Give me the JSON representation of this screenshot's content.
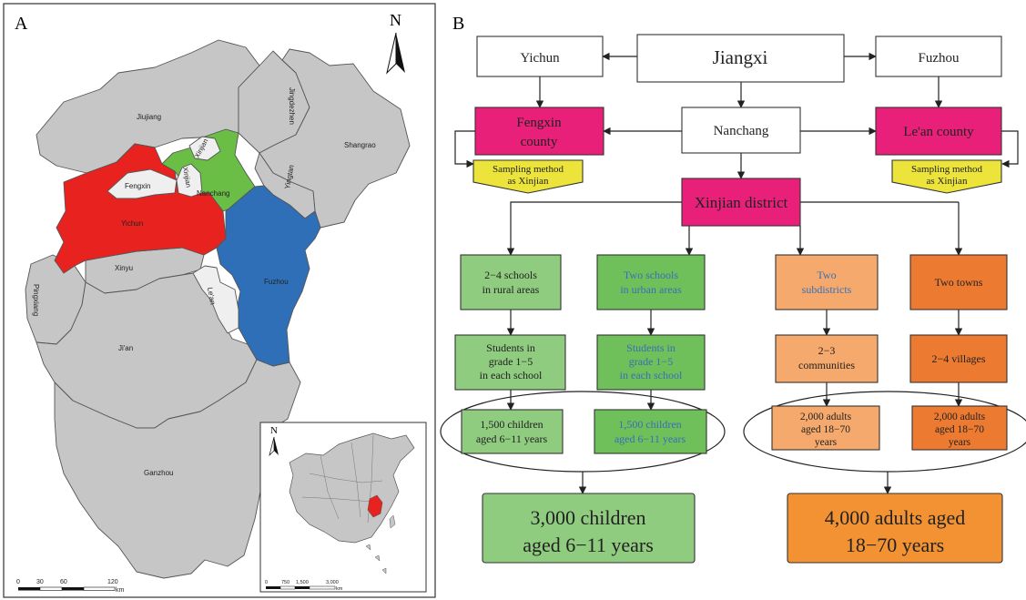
{
  "panel_a": {
    "label": "A",
    "north": "N",
    "regions": {
      "jiujiang": "Jiujiang",
      "jingdezhen": "Jingdezhen",
      "shangrao": "Shangrao",
      "xinjian_top": "Xinjian",
      "fengxin": "Fengxin",
      "xinjian_mid": "Xinjian",
      "nanchang": "Nanchang",
      "yingtan": "Yingtan",
      "yichun": "Yichun",
      "xinyu": "Xinyu",
      "pingxiang": "Pingxiang",
      "lean": "Le'an",
      "fuzhou": "Fuzhou",
      "jian": "Ji'an",
      "ganzhou": "Ganzhou"
    },
    "scale": {
      "t0": "0",
      "t1": "30",
      "t2": "60",
      "t3": "120",
      "unit": "km"
    },
    "inset": {
      "north": "N",
      "scale": {
        "t0": "0",
        "t1": "750",
        "t2": "1,500",
        "t3": "3,000",
        "unit": "km"
      }
    },
    "colors": {
      "gray": "#c6c6c6",
      "red": "#e8231f",
      "green": "#6abd45",
      "blue": "#2f6fb8",
      "white": "#efefef"
    }
  },
  "panel_b": {
    "label": "B",
    "nodes": {
      "jiangxi": "Jiangxi",
      "yichun": "Yichun",
      "fuzhou": "Fuzhou",
      "fengxin": [
        "Fengxin",
        "county"
      ],
      "nanchang": "Nanchang",
      "lean": "Le'an county",
      "sampling_left": [
        "Sampling method",
        "as Xinjian"
      ],
      "sampling_right": [
        "Sampling method",
        "as Xinjian"
      ],
      "xinjian_district": "Xinjian district",
      "rural_schools": [
        "2−4 schools",
        "in rural areas"
      ],
      "urban_schools": [
        "Two schools",
        "in urban areas"
      ],
      "subdistricts": [
        "Two",
        "subdistricts"
      ],
      "towns": "Two towns",
      "students_rural": [
        "Students in",
        "grade 1−5",
        "in each school"
      ],
      "students_urban": [
        "Students in",
        "grade 1−5",
        "in each school"
      ],
      "communities": [
        "2−3",
        "communities"
      ],
      "villages": "2−4 villages",
      "children_rural": [
        "1,500 children",
        "aged 6−11 years"
      ],
      "children_urban": [
        "1,500 children",
        "aged 6−11 years"
      ],
      "adults_sub": [
        "2,000 adults",
        "aged 18−70",
        "years"
      ],
      "adults_town": [
        "2,000 adults",
        "aged 18−70",
        "years"
      ],
      "total_children": [
        "3,000 children",
        "aged 6−11 years"
      ],
      "total_adults": [
        "4,000 adults aged",
        "18−70 years"
      ]
    },
    "colors": {
      "magenta": "#e8207a",
      "yellow": "#ece43a",
      "light_green": "#8fcc7f",
      "green": "#6fbf5a",
      "light_orange": "#f5a96c",
      "orange": "#ec7a31",
      "big_orange": "#f39233",
      "blue_text": "#3a6fb5"
    }
  }
}
